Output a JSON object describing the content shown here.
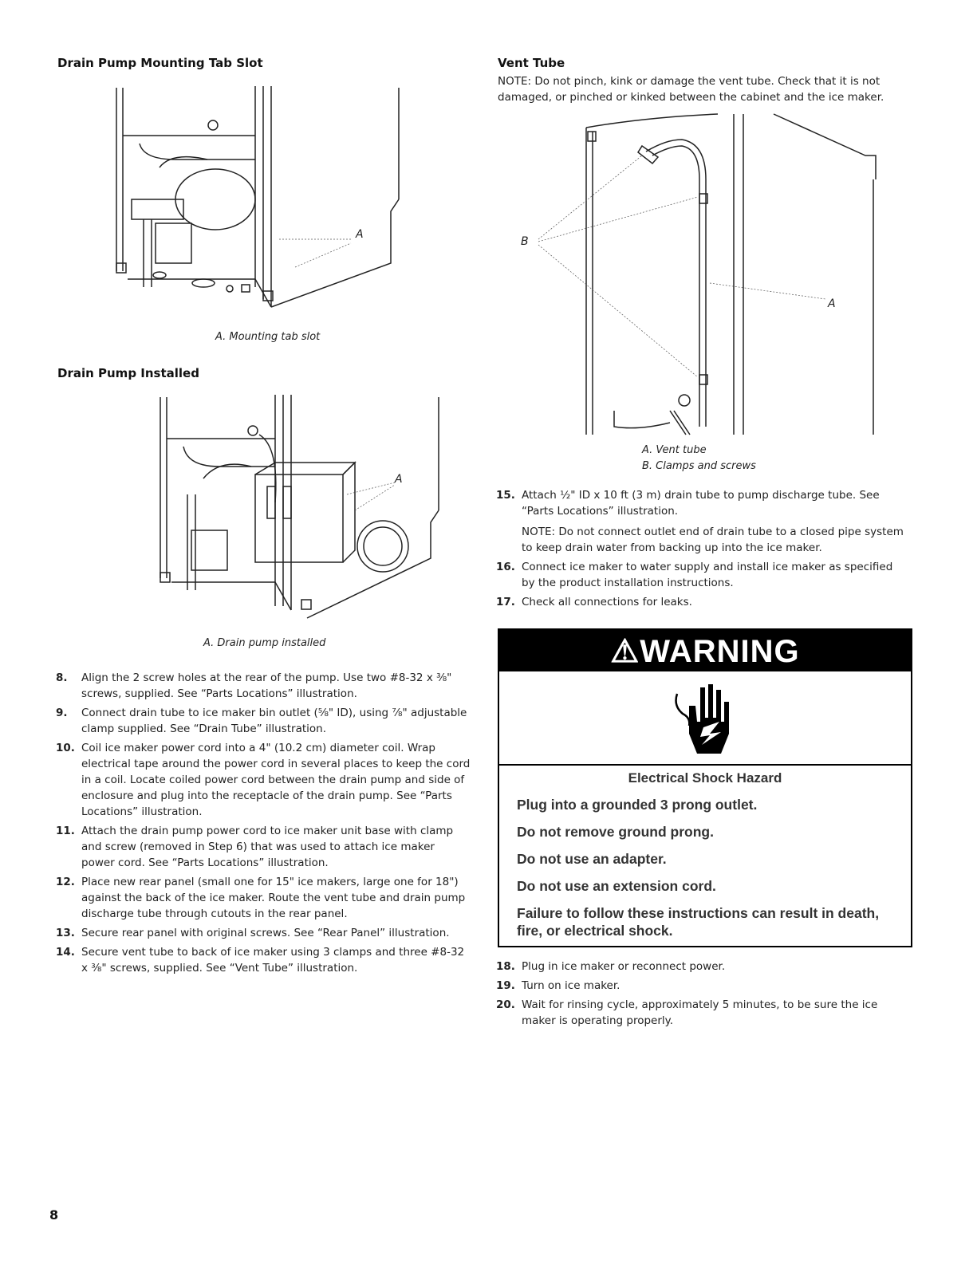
{
  "left": {
    "fig1": {
      "heading": "Drain Pump Mounting Tab Slot",
      "callout": "A",
      "caption": "A. Mounting tab slot"
    },
    "fig2": {
      "heading": "Drain Pump Installed",
      "callout": "A",
      "caption": "A. Drain pump installed"
    },
    "steps": [
      {
        "num": "8.",
        "text": "Align the 2 screw holes at the rear of the pump. Use two #8-32 x ⅜\" screws, supplied. See “Parts Locations” illustration."
      },
      {
        "num": "9.",
        "text": "Connect drain tube to ice maker bin outlet (⅝\" ID), using ⅞\" adjustable clamp supplied. See “Drain Tube” illustration."
      },
      {
        "num": "10.",
        "text": "Coil ice maker power cord into a 4\" (10.2 cm) diameter coil. Wrap electrical tape around the power cord in several places to keep the cord in a coil. Locate coiled power cord between the drain pump and side of enclosure and plug into the receptacle of the drain pump. See “Parts Locations” illustration."
      },
      {
        "num": "11.",
        "text": "Attach the drain pump power cord to ice maker unit base with clamp and screw (removed in Step 6) that was used to attach ice maker power cord. See “Parts Locations” illustration."
      },
      {
        "num": "12.",
        "text": "Place new rear panel (small one for 15\" ice makers, large one for 18\") against the back of the ice maker. Route the vent tube and drain pump discharge tube through cutouts in the rear panel."
      },
      {
        "num": "13.",
        "text": "Secure rear panel with original screws. See “Rear Panel” illustration."
      },
      {
        "num": "14.",
        "text": "Secure vent tube to back of ice maker using 3 clamps and three #8-32 x ⅜\" screws, supplied. See “Vent Tube” illustration."
      }
    ]
  },
  "right": {
    "vent": {
      "heading": "Vent Tube",
      "note": "NOTE: Do not pinch, kink or damage the vent tube. Check that it is not damaged, or pinched or kinked between the cabinet and the ice maker.",
      "callout_a": "A",
      "callout_b": "B",
      "caption_a": "A. Vent tube",
      "caption_b": "B. Clamps and screws"
    },
    "steps_a": [
      {
        "num": "15.",
        "text": "Attach ½\" ID x 10 ft (3 m) drain tube to pump discharge tube. See “Parts Locations” illustration.",
        "note": "NOTE: Do not connect outlet end of drain tube to a closed pipe system to keep drain water from backing up into the ice maker."
      },
      {
        "num": "16.",
        "text": "Connect ice maker to water supply and install ice maker as specified by the product installation instructions.",
        "note": ""
      },
      {
        "num": "17.",
        "text": "Check all connections for leaks.",
        "note": ""
      }
    ],
    "warning": {
      "header": "⚠WARNING",
      "title": "Electrical Shock Hazard",
      "lines": [
        "Plug into a grounded 3 prong outlet.",
        "Do not remove ground prong.",
        "Do not use an adapter.",
        "Do not use an extension cord.",
        "Failure to follow these instructions can result in death, fire, or electrical shock."
      ]
    },
    "steps_b": [
      {
        "num": "18.",
        "text": "Plug in ice maker or reconnect power."
      },
      {
        "num": "19.",
        "text": "Turn on ice maker."
      },
      {
        "num": "20.",
        "text": "Wait for rinsing cycle, approximately 5 minutes, to be sure the ice maker is operating properly."
      }
    ]
  },
  "page_number": "8"
}
